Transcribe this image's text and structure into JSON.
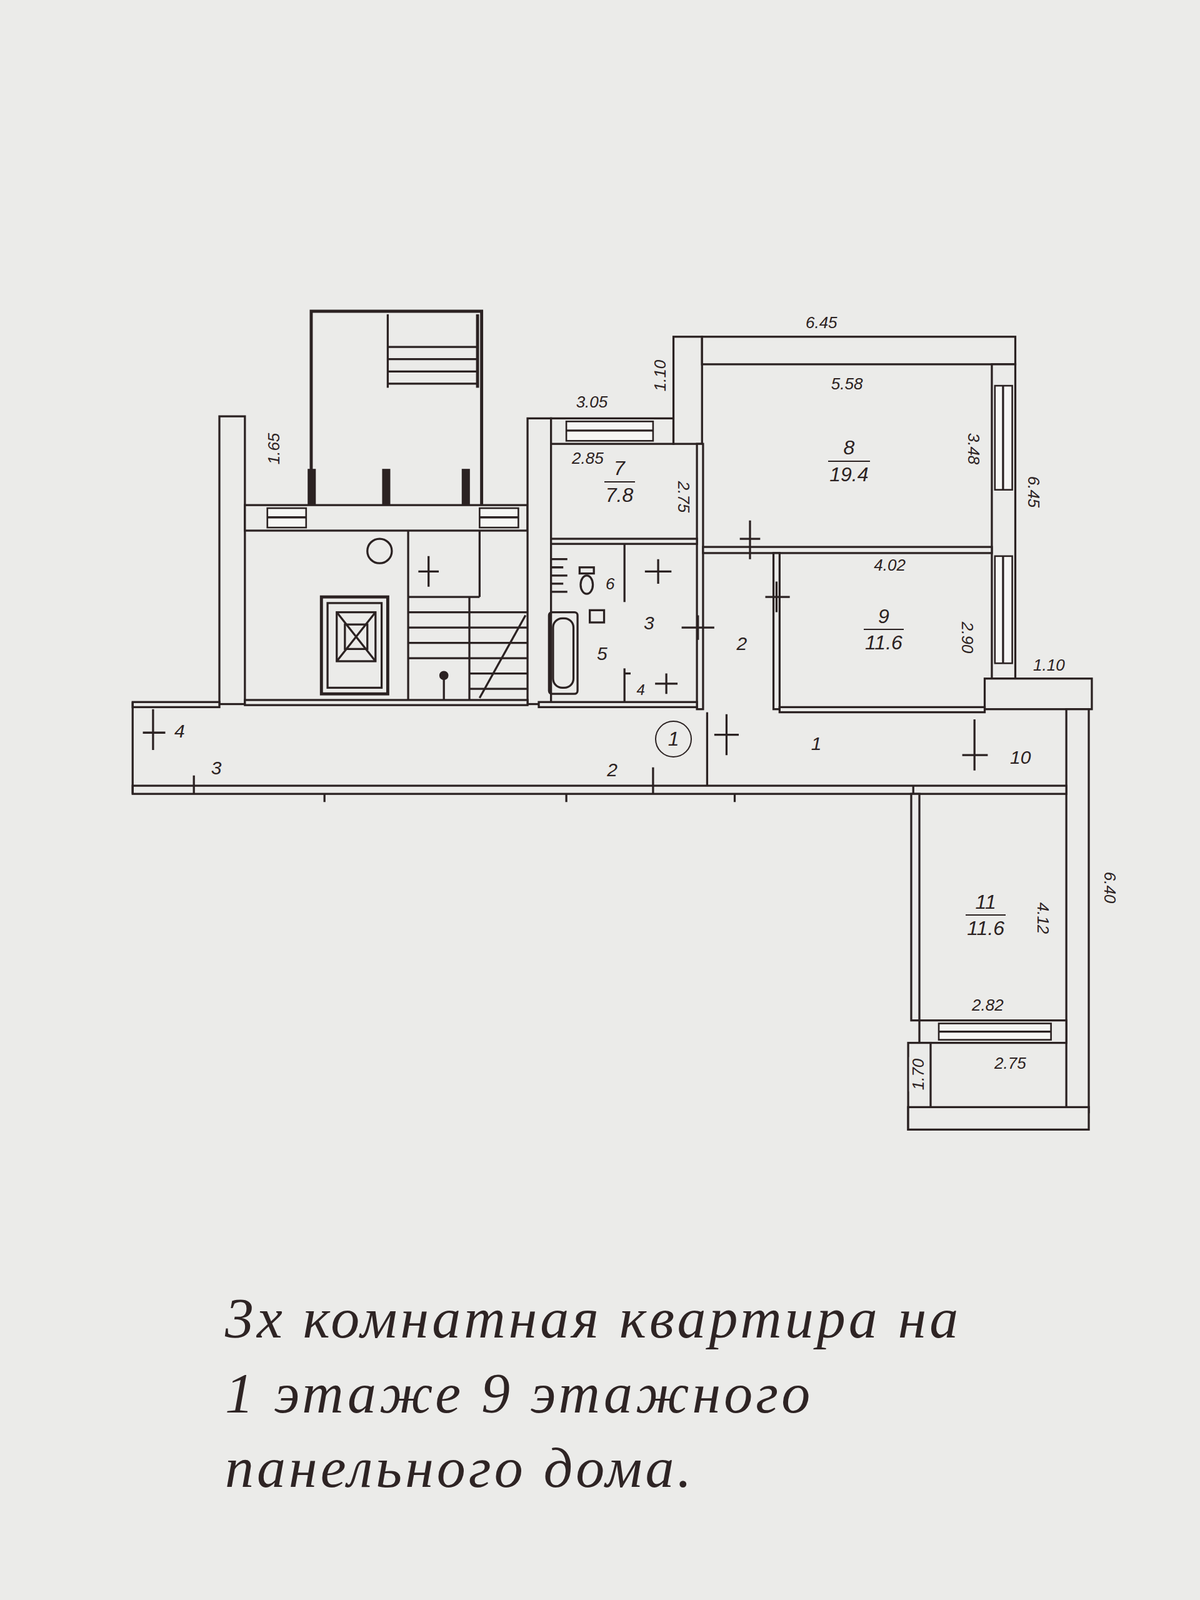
{
  "diagram": {
    "caption": "3х комнатная квартира на 1 этаже 9 этажного панельного дома.",
    "nodes": [
      {
        "text": [
          "7",
          "7.8"
        ]
      },
      {
        "text": [
          "8",
          "19.4"
        ]
      },
      {
        "text": [
          "9",
          "11.6"
        ]
      },
      {
        "text": [
          "1"
        ]
      },
      {
        "text": [
          "11",
          "11.6"
        ]
      }
    ],
    "labels": [
      "6.45",
      "1.10",
      "3.05",
      "5.58",
      "1.65",
      "2.85",
      "3.48",
      "6.45",
      "2.75",
      "4.02",
      "6",
      "3",
      "5",
      "2",
      "2.90",
      "1.10",
      "4",
      "4",
      "1",
      "10",
      "3",
      "2",
      "6.40",
      "4.12",
      "2.82",
      "2.75",
      "1.70"
    ]
  }
}
